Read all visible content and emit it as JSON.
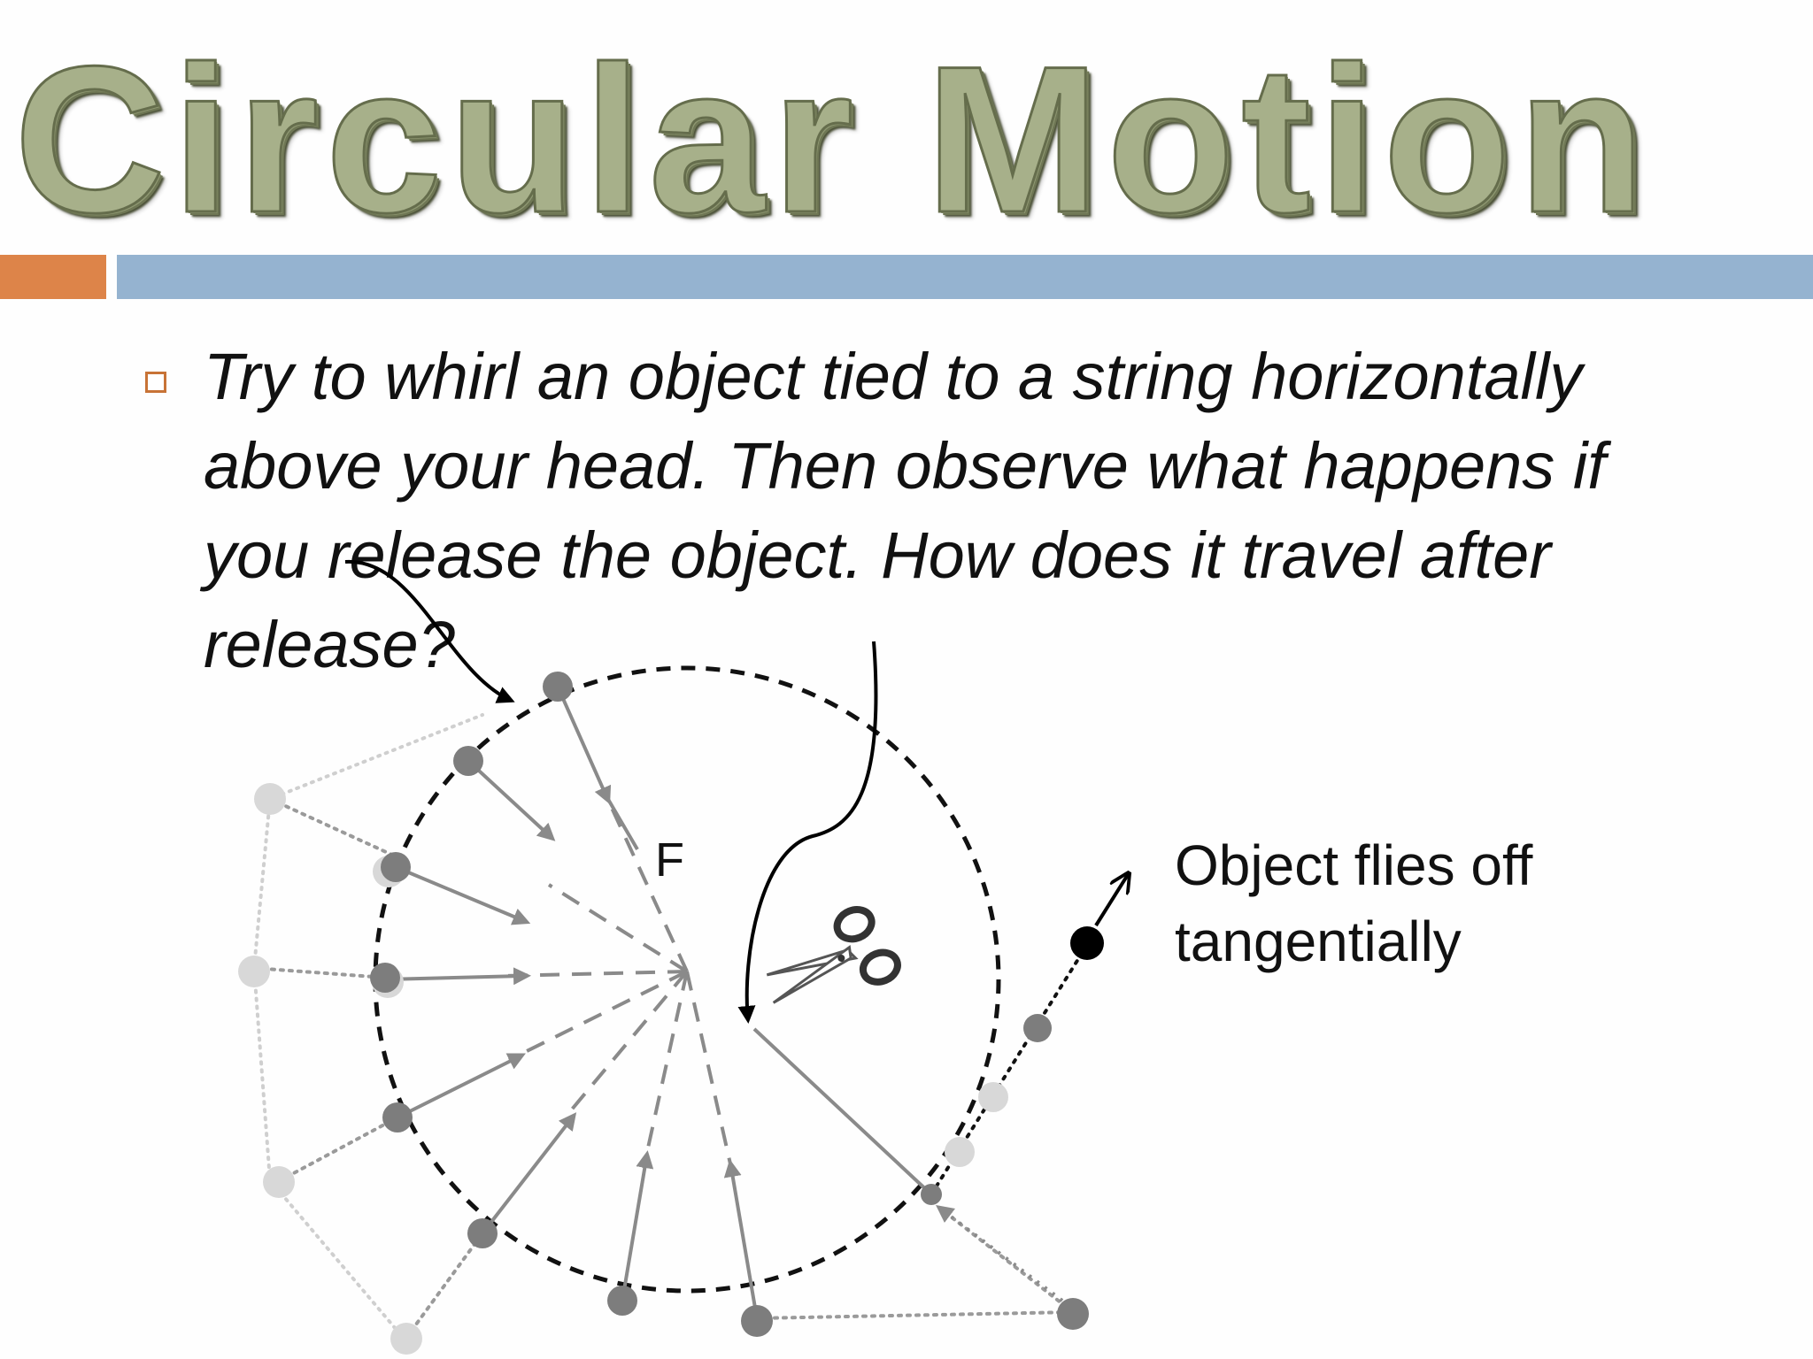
{
  "slide": {
    "title": "Circular Motion",
    "bullet_text": "Try to whirl an object tied to a string horizontally above your head. Then observe what happens if you release the object. How does it travel after release?"
  },
  "diagram": {
    "force_label": "F",
    "annotation_line1": "Object flies off",
    "annotation_line2": "tangentially",
    "icons": [
      "scissors-icon"
    ]
  },
  "colors": {
    "title_fill": "#a7b08a",
    "accent_orange": "#dd8449",
    "accent_blue": "#95b3d0",
    "string_gray": "#8a8a8a",
    "ball_dark": "#7d7d7d",
    "ball_light": "#d6d6d6"
  }
}
